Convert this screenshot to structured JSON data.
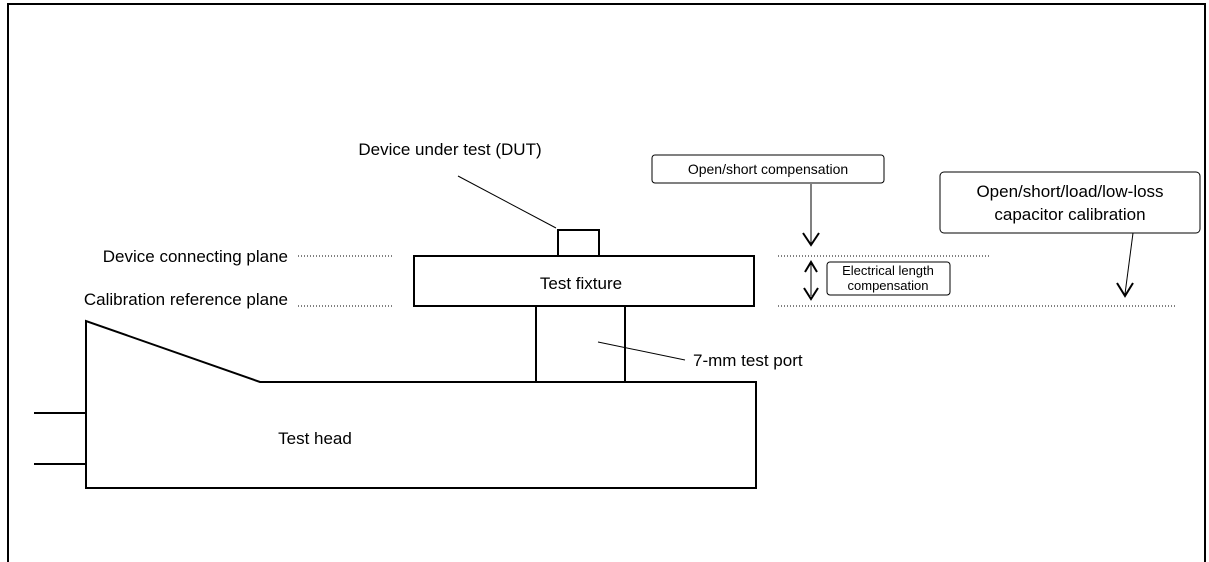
{
  "labels": {
    "dut": "Device under test (DUT)",
    "device_connecting_plane": "Device connecting plane",
    "calibration_reference_plane": "Calibration reference plane",
    "test_fixture": "Test fixture",
    "test_port": "7-mm test port",
    "test_head": "Test head"
  },
  "callouts": {
    "open_short": "Open/short compensation",
    "electrical_length_line1": "Electrical length",
    "electrical_length_line2": "compensation",
    "calibration_line1": "Open/short/load/low-loss",
    "calibration_line2": "capacitor calibration"
  },
  "colors": {
    "line": "#000000",
    "background": "#ffffff"
  }
}
